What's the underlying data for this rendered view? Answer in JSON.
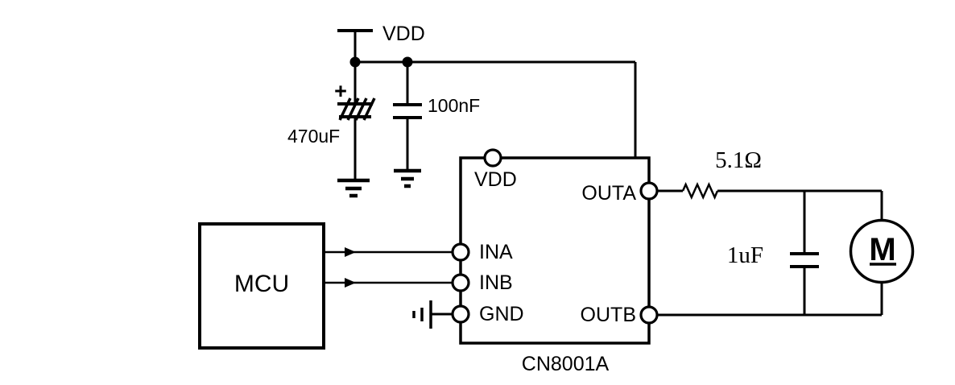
{
  "figure": {
    "type": "circuit-schematic",
    "background": "#ffffff",
    "line_color": "#000000"
  },
  "power_section": {
    "vdd_label": "VDD",
    "bulk_capacitor": {
      "value": "470uF",
      "polarity": "+"
    },
    "bypass_capacitor": {
      "value": "100nF"
    }
  },
  "mcu_block": {
    "label": "MCU"
  },
  "driver_ic": {
    "part_number": "CN8001A",
    "pins": {
      "vdd": "VDD",
      "ina": "INA",
      "inb": "INB",
      "gnd": "GND",
      "outa": "OUTA",
      "outb": "OUTB"
    }
  },
  "output_network": {
    "series_resistor": {
      "value": "5.1Ω"
    },
    "filter_capacitor": {
      "value": "1uF"
    },
    "motor": {
      "label": "M"
    }
  }
}
